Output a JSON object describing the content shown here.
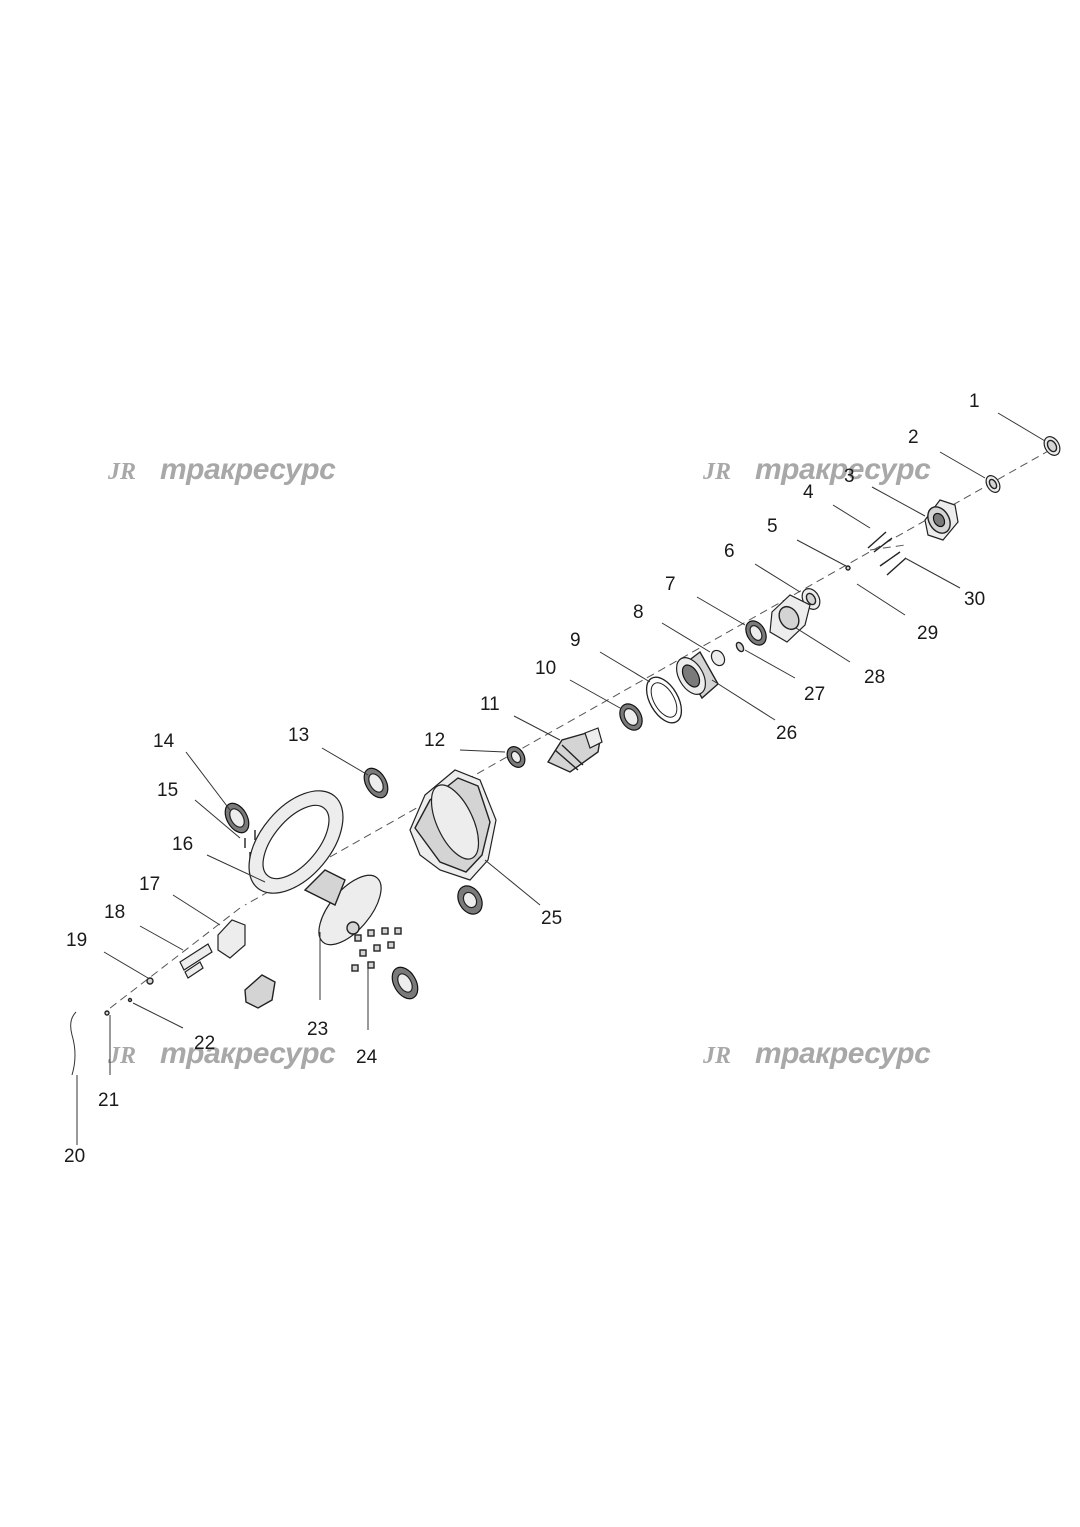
{
  "watermark": {
    "logo": "JR",
    "text": "тракресурс"
  },
  "callouts": [
    {
      "id": "c1",
      "label": "1"
    },
    {
      "id": "c2",
      "label": "2"
    },
    {
      "id": "c3",
      "label": "3"
    },
    {
      "id": "c4",
      "label": "4"
    },
    {
      "id": "c5",
      "label": "5"
    },
    {
      "id": "c6",
      "label": "6"
    },
    {
      "id": "c7",
      "label": "7"
    },
    {
      "id": "c8",
      "label": "8"
    },
    {
      "id": "c9",
      "label": "9"
    },
    {
      "id": "c10",
      "label": "10"
    },
    {
      "id": "c11",
      "label": "11"
    },
    {
      "id": "c12",
      "label": "12"
    },
    {
      "id": "c13",
      "label": "13"
    },
    {
      "id": "c14",
      "label": "14"
    },
    {
      "id": "c15",
      "label": "15"
    },
    {
      "id": "c16",
      "label": "16"
    },
    {
      "id": "c17",
      "label": "17"
    },
    {
      "id": "c18",
      "label": "18"
    },
    {
      "id": "c19",
      "label": "19"
    },
    {
      "id": "c20",
      "label": "20"
    },
    {
      "id": "c21",
      "label": "21"
    },
    {
      "id": "c22",
      "label": "22"
    },
    {
      "id": "c23",
      "label": "23"
    },
    {
      "id": "c24",
      "label": "24"
    },
    {
      "id": "c25",
      "label": "25"
    },
    {
      "id": "c26",
      "label": "26"
    },
    {
      "id": "c27",
      "label": "27"
    },
    {
      "id": "c28",
      "label": "28"
    },
    {
      "id": "c29",
      "label": "29"
    },
    {
      "id": "c30",
      "label": "30"
    }
  ]
}
